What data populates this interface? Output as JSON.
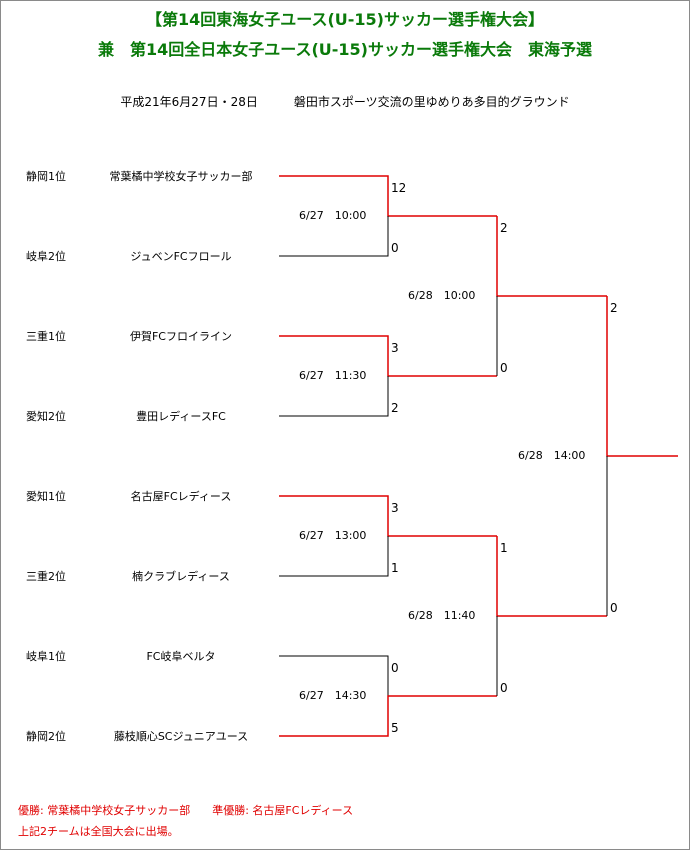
{
  "title": {
    "line1": "【第14回東海女子ユース(U-15)サッカー選手権大会】",
    "line2": "兼　第14回全日本女子ユース(U-15)サッカー選手権大会　東海予選"
  },
  "subtitle": "平成21年6月27日・28日　　　磐田市スポーツ交流の里ゆめりあ多目的グラウンド",
  "teams": [
    {
      "rank": "静岡1位",
      "name": "常葉橘中学校女子サッカー部"
    },
    {
      "rank": "岐阜2位",
      "name": "ジュベンFCフロール"
    },
    {
      "rank": "三重1位",
      "name": "伊賀FCフロイライン"
    },
    {
      "rank": "愛知2位",
      "name": "豊田レディースFC"
    },
    {
      "rank": "愛知1位",
      "name": "名古屋FCレディース"
    },
    {
      "rank": "三重2位",
      "name": "楠クラブレディース"
    },
    {
      "rank": "岐阜1位",
      "name": "FC岐阜ベルタ"
    },
    {
      "rank": "静岡2位",
      "name": "藤枝順心SCジュニアユース"
    }
  ],
  "round1": [
    {
      "date": "6/27　10:00",
      "score_top": "12",
      "score_bottom": "0"
    },
    {
      "date": "6/27　11:30",
      "score_top": "3",
      "score_bottom": "2"
    },
    {
      "date": "6/27　13:00",
      "score_top": "3",
      "score_bottom": "1"
    },
    {
      "date": "6/27　14:30",
      "score_top": "0",
      "score_bottom": "5"
    }
  ],
  "semifinals": [
    {
      "date": "6/28　10:00",
      "score_top": "2",
      "score_bottom": "0"
    },
    {
      "date": "6/28　11:40",
      "score_top": "1",
      "score_bottom": "0"
    }
  ],
  "final": {
    "date": "6/28　14:00",
    "score_top": "2",
    "score_bottom": "0"
  },
  "footer": {
    "line1": "優勝: 常葉橘中学校女子サッカー部　　準優勝: 名古屋FCレディース",
    "line2": "上記2チームは全国大会に出場。"
  },
  "colors": {
    "winner_line": "#e00000",
    "loser_line": "#000000",
    "title": "#0a7a0a",
    "footer": "#e00000"
  }
}
